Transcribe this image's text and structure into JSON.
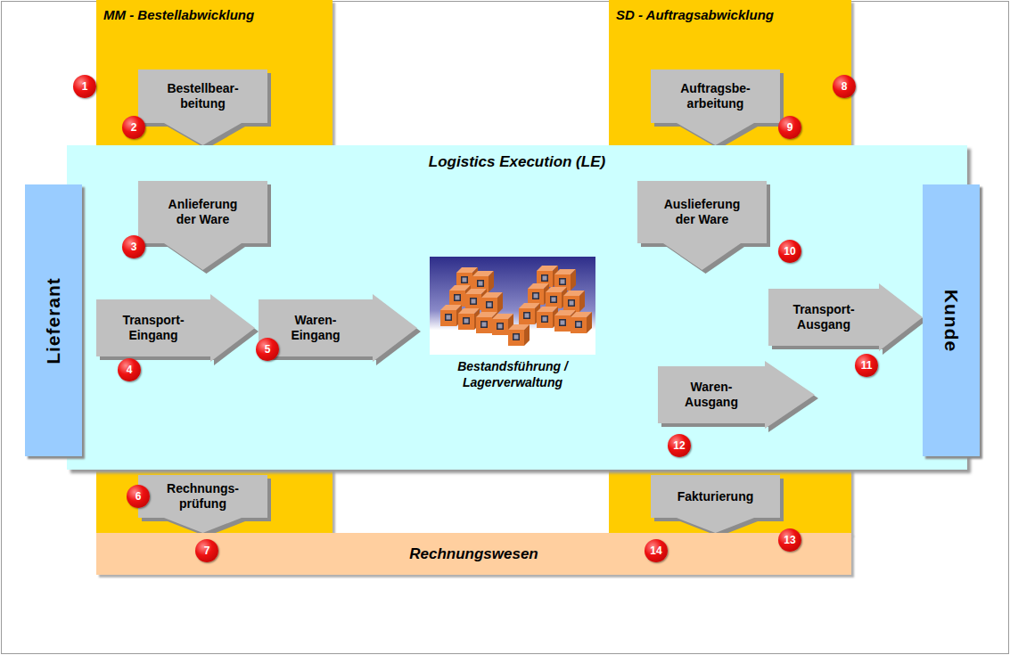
{
  "diagram": {
    "nodes": [
      {
        "text": [
          "MM - Bestellabwicklung"
        ]
      },
      {
        "text": [
          "Bestellbear- beitung"
        ],
        "in": 0
      },
      {
        "text": [
          "SD - Auftragsabwicklung"
        ]
      },
      {
        "text": [
          "Auftragsbe- arbeitung"
        ],
        "in": 2
      },
      {
        "text": [
          "Lieferant"
        ]
      },
      {
        "text": [
          "Logistics Execution (LE)"
        ]
      },
      {
        "text": [
          "Anlieferung der Ware"
        ],
        "in": 5
      },
      {
        "text": [
          "Transport- Eingang"
        ],
        "in": 5
      },
      {
        "text": [
          "Waren- Eingang"
        ],
        "in": 5
      },
      {
        "text": [
          "Auslieferung der Ware"
        ],
        "in": 5
      },
      {
        "text": [
          "Transport- Ausgang"
        ],
        "in": 5
      },
      {
        "text": [
          "Waren- Ausgang"
        ],
        "in": 5
      },
      {
        "text": [
          "Kunde"
        ]
      },
      {
        "text": [
          "Rechnungs- prüfung"
        ],
        "in": 0
      },
      {
        "text": [
          "Fakturierung"
        ],
        "in": 2
      },
      {
        "text": [
          "Rechnungswesen"
        ]
      }
    ],
    "labels": [
      "1",
      "2",
      "3",
      "4",
      "5",
      "6",
      "7",
      "8",
      "9",
      "10",
      "11",
      "12",
      "13",
      "14",
      "Bestandsführung / Lagerverwaltung"
    ]
  }
}
